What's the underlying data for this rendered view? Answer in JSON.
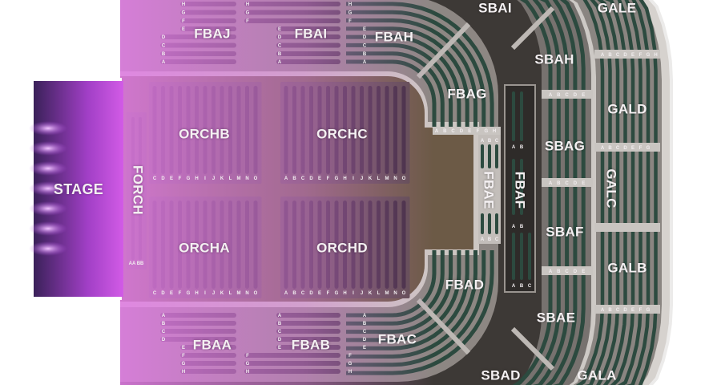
{
  "stage": {
    "label": "STAGE"
  },
  "sections": {
    "orcha": {
      "label": "ORCHA",
      "rows": [
        "C",
        "D",
        "E",
        "F",
        "G",
        "H",
        "I",
        "J",
        "K",
        "L",
        "M",
        "N",
        "O"
      ]
    },
    "orchb": {
      "label": "ORCHB",
      "rows": [
        "C",
        "D",
        "E",
        "F",
        "G",
        "H",
        "I",
        "J",
        "K",
        "L",
        "M",
        "N",
        "O"
      ]
    },
    "orchc": {
      "label": "ORCHC",
      "rows": [
        "A",
        "B",
        "C",
        "D",
        "E",
        "F",
        "G",
        "H",
        "I",
        "J",
        "K",
        "L",
        "M",
        "N",
        "O"
      ]
    },
    "orchd": {
      "label": "ORCHD",
      "rows": [
        "A",
        "B",
        "C",
        "D",
        "E",
        "F",
        "G",
        "H",
        "I",
        "J",
        "K",
        "L",
        "M",
        "N",
        "O"
      ]
    },
    "forch": {
      "label": "FORCH",
      "rows": [
        "AA",
        "BB"
      ]
    },
    "fbaj": {
      "label": "FBAJ",
      "rows": [
        "H",
        "G",
        "F",
        "E",
        "D",
        "C",
        "B",
        "A"
      ]
    },
    "fbai": {
      "label": "FBAI",
      "rows": [
        "H",
        "G",
        "F",
        "E",
        "D",
        "C",
        "B",
        "A"
      ]
    },
    "fbah": {
      "label": "FBAH",
      "rows": [
        "H",
        "G",
        "F",
        "E",
        "D",
        "C",
        "B",
        "A"
      ]
    },
    "fbag": {
      "label": "FBAG",
      "rows": [
        "A",
        "B",
        "C",
        "D",
        "E",
        "F",
        "G",
        "H"
      ]
    },
    "fbae": {
      "label": "FBAE",
      "rows": [
        "A",
        "B",
        "C"
      ]
    },
    "fbaf": {
      "label": "FBAF",
      "rows": [
        "A",
        "B",
        "C"
      ]
    },
    "fbad": {
      "label": "FBAD"
    },
    "fbac": {
      "label": "FBAC",
      "rows": [
        "A",
        "B",
        "C",
        "D",
        "E",
        "F",
        "G",
        "H"
      ]
    },
    "fbab": {
      "label": "FBAB",
      "rows": [
        "A",
        "B",
        "C",
        "D",
        "E",
        "F",
        "G",
        "H"
      ]
    },
    "fbaa": {
      "label": "FBAA",
      "rows": [
        "A",
        "B",
        "C",
        "D",
        "E",
        "F",
        "G",
        "H"
      ]
    },
    "sbai": {
      "label": "SBAI"
    },
    "sbah": {
      "label": "SBAH",
      "rows": [
        "A",
        "B",
        "C",
        "D",
        "E"
      ]
    },
    "sbag": {
      "label": "SBAG",
      "rows": [
        "A",
        "B",
        "C",
        "D",
        "E"
      ]
    },
    "sbaf": {
      "label": "SBAF",
      "rows": [
        "A",
        "B",
        "C",
        "D",
        "E"
      ]
    },
    "sbae": {
      "label": "SBAE"
    },
    "sbad": {
      "label": "SBAD"
    },
    "gale": {
      "label": "GALE",
      "rows": [
        "A",
        "B",
        "C",
        "D",
        "E",
        "F",
        "G",
        "H"
      ]
    },
    "gald": {
      "label": "GALD",
      "rows": [
        "A",
        "B",
        "C",
        "D",
        "E",
        "F",
        "G"
      ]
    },
    "galc": {
      "label": "GALC"
    },
    "galb": {
      "label": "GALB",
      "rows": [
        "A",
        "B",
        "C",
        "D",
        "E",
        "F",
        "G"
      ]
    },
    "gala": {
      "label": "GALA"
    }
  },
  "colors": {
    "green_rows": "#2c4a3f",
    "purple_rows": "#3e2c3e",
    "floor_pink": "#e07ce4",
    "stage_magenta": "#c44ee0",
    "wood": "#6c5a46"
  }
}
